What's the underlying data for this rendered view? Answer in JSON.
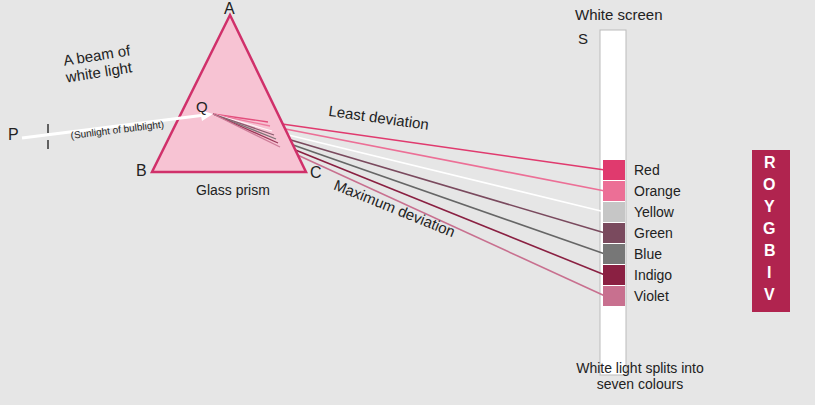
{
  "diagram": {
    "labels": [
      "A",
      "Q",
      "B",
      "C",
      "P",
      "A beam of white light",
      "(Sunlight of bulblight)",
      "Glass prism",
      "Least deviation",
      "Maximum deviation",
      "White screen",
      "S",
      "R",
      "O",
      "Y",
      "G",
      "B",
      "I",
      "V",
      "White light splits into seven colours"
    ],
    "legend": [
      {
        "text": "Red",
        "color": "#e03a6e"
      },
      {
        "text": "Orange",
        "color": "#ec6f96"
      },
      {
        "text": "Yellow",
        "color": "#c6c6c6"
      },
      {
        "text": "Green",
        "color": "#7a4a5e"
      },
      {
        "text": "Blue",
        "color": "#777777"
      },
      {
        "text": "Indigo",
        "color": "#8a2042"
      },
      {
        "text": "Violet",
        "color": "#c8708f"
      }
    ]
  }
}
